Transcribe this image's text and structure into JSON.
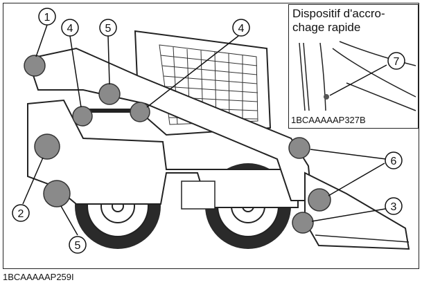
{
  "figure": {
    "main_code": "1BCAAAAAP259I",
    "inset": {
      "title_line1": "Dispositif d'accro-",
      "title_line2": "chage rapide",
      "code": "1BCAAAAAP327B",
      "callout": "7"
    },
    "callouts": [
      "1",
      "4",
      "5",
      "4",
      "2",
      "5",
      "6",
      "3"
    ]
  },
  "colors": {
    "line": "#222222",
    "grease_point": "#8a8a8a",
    "grease_point_dark": "#5a5a5a",
    "tire": "#2a2a2a"
  }
}
